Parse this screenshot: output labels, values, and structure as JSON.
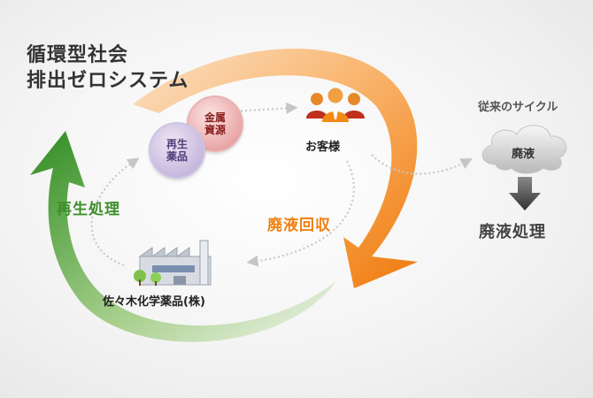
{
  "title": {
    "line1": "循環型社会",
    "line2": "排出ゼロシステム"
  },
  "nodes": {
    "metal": {
      "line1": "金属",
      "line2": "資源"
    },
    "recycled": {
      "line1": "再生",
      "line2": "薬品"
    },
    "customer": "お客様",
    "company": "佐々木化学薬品(株)"
  },
  "arrow_labels": {
    "recycle": "再生処理",
    "waste": "廃液回収"
  },
  "conventional": {
    "title": "従来のサイクル",
    "cloud": "廃液",
    "result": "廃液処理"
  },
  "colors": {
    "green": "#3f9a2c",
    "orange": "#f28a14",
    "metal_text": "#8b1c1c",
    "recycled_text": "#4f3d78"
  }
}
